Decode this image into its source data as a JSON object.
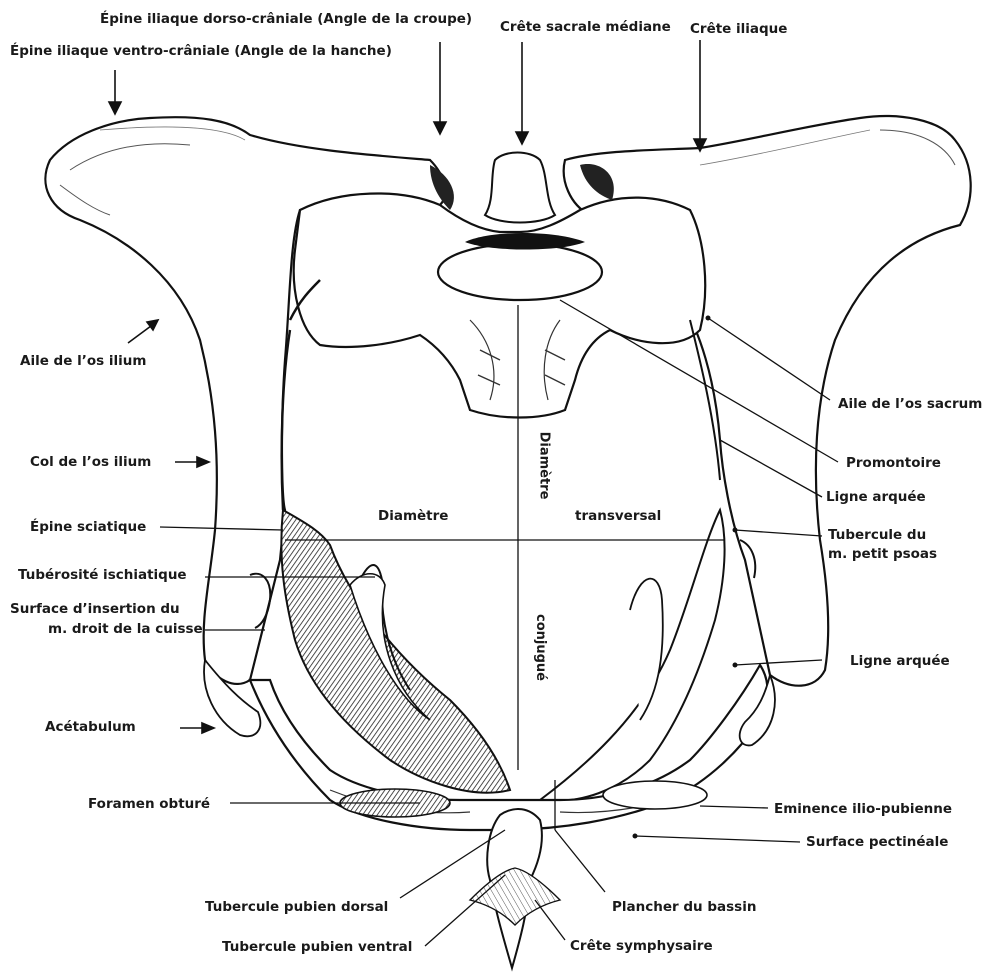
{
  "labels": {
    "dorso_cranial": "Épine iliaque dorso-crâniale (Angle de la croupe)",
    "ventro_cranial": "Épine iliaque ventro-crâniale (Angle de la hanche)",
    "crete_sacrale": "Crête sacrale médiane",
    "crete_iliaque": "Crête iliaque",
    "aile_ilium": "Aile de l’os ilium",
    "aile_sacrum": "Aile de l’os sacrum",
    "col_ilium": "Col de l’os ilium",
    "promontoire": "Promontoire",
    "ligne_arquee_1": "Ligne arquée",
    "epine_sciatique": "Épine sciatique",
    "tubercule_psoas_1": "Tubercule du",
    "tubercule_psoas_2": "m. petit psoas",
    "tuberosite": "Tubérosité ischiatique",
    "surface_insertion_1": "Surface d’insertion du",
    "surface_insertion_2": "m. droit de la cuisse",
    "ligne_arquee_2": "Ligne arquée",
    "acetabulum": "Acétabulum",
    "foramen": "Foramen obturé",
    "eminence": "Eminence ilio-pubienne",
    "surface_pectineale": "Surface pectinéale",
    "tub_pubien_dorsal": "Tubercule pubien dorsal",
    "plancher": "Plancher du bassin",
    "tub_pubien_ventral": "Tubercule pubien ventral",
    "crete_symphysaire": "Crête symphysaire"
  },
  "diameters": {
    "diametre": "Diamètre",
    "transversal": "transversal",
    "diametre_vertical": "Diamètre",
    "conjugue": "conjugué"
  }
}
